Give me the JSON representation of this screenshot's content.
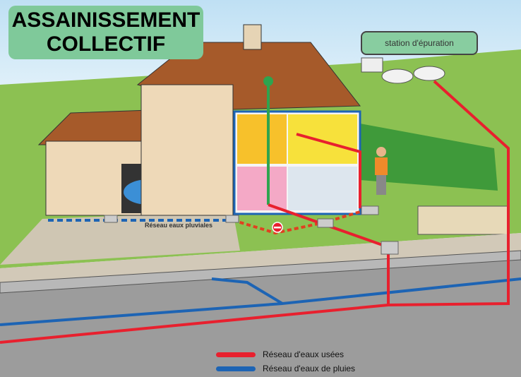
{
  "title": {
    "line1": "ASSAINISSEMENT",
    "line2": "COLLECTIF"
  },
  "labels": {
    "station": "station d'épuration",
    "pluviales": "Réseau eaux pluviales"
  },
  "legend": [
    {
      "label": "Réseau d'eaux usées",
      "color": "#e8202e"
    },
    {
      "label": "Réseau d'eaux de pluies",
      "color": "#1d64b4"
    }
  ]
}
